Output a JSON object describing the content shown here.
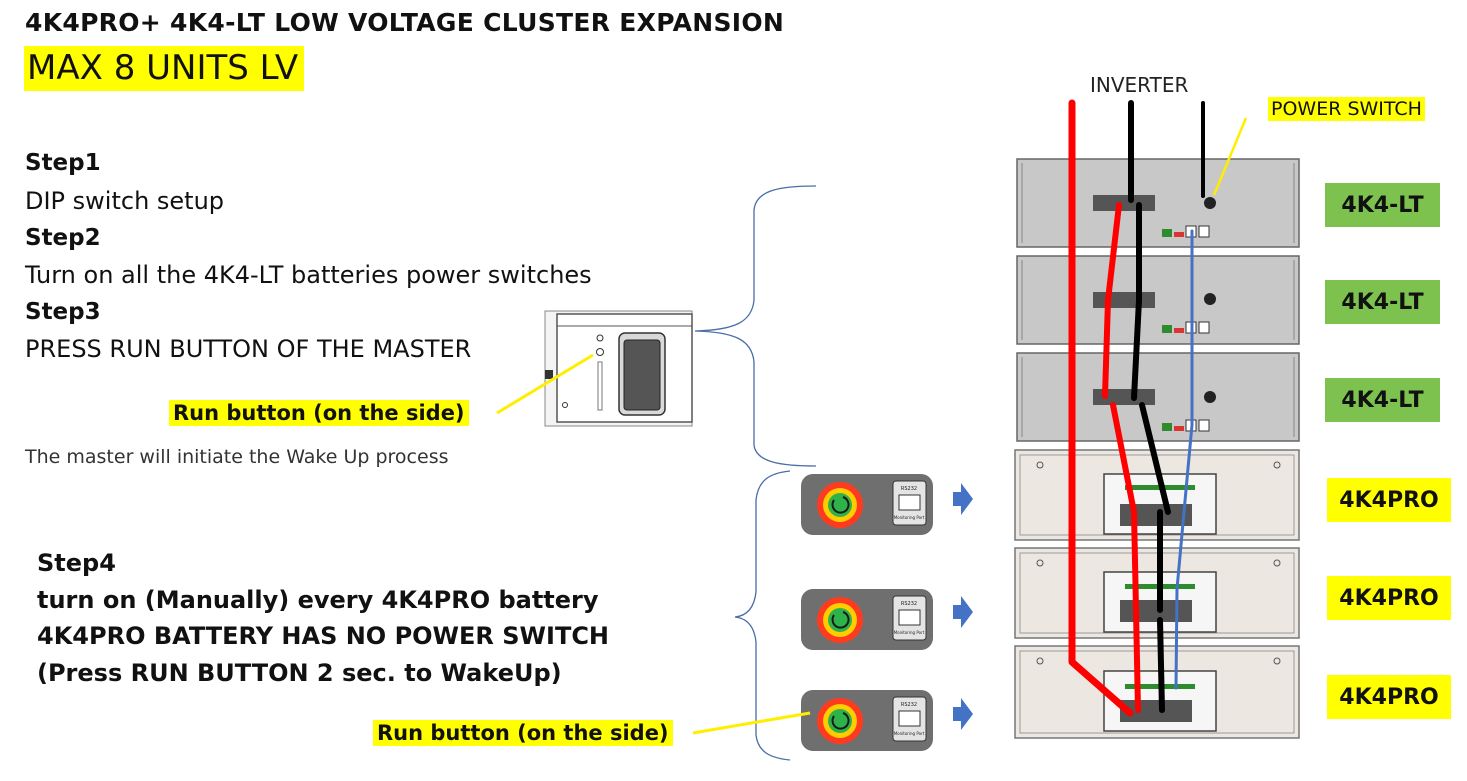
{
  "header": {
    "title": "4K4PRO+ 4K4-LT  LOW VOLTAGE CLUSTER EXPANSION",
    "max_units": "MAX 8 UNITS LV"
  },
  "steps": {
    "step1_title": "Step1",
    "step1_text": "DIP switch setup",
    "step2_title": "Step2",
    "step2_text": "Turn on all the 4K4-LT batteries power switches",
    "step3_title": "Step3",
    "step3_text": "PRESS RUN BUTTON OF THE MASTER",
    "step4_lines": [
      "Step4",
      "turn on (Manually) every 4K4PRO battery",
      "4K4PRO BATTERY HAS NO POWER SWITCH",
      "(Press RUN BUTTON 2 sec. to WakeUp)"
    ]
  },
  "callouts": {
    "run_button_master": "Run button (on the side)",
    "master_note": "The master will initiate the Wake Up process",
    "run_button_pro": "Run button (on the side)"
  },
  "diagram": {
    "inverter_label": "INVERTER",
    "power_switch_label": "POWER SWITCH",
    "rs232_label": "RS232",
    "monitoring_label": "Monitoring Port",
    "units": [
      "4K4-LT",
      "4K4-LT",
      "4K4-LT",
      "4K4PRO",
      "4K4PRO",
      "4K4PRO"
    ],
    "colors": {
      "positive_cable": "#ff0000",
      "negative_cable": "#000000",
      "comm_cable": "#4472c4",
      "lt_unit": "#c8c8c8",
      "pro_unit": "#ede7e1",
      "lt_tag": "#7dc24e",
      "pro_tag": "#ffff00",
      "arrow": "#4472c4"
    }
  }
}
